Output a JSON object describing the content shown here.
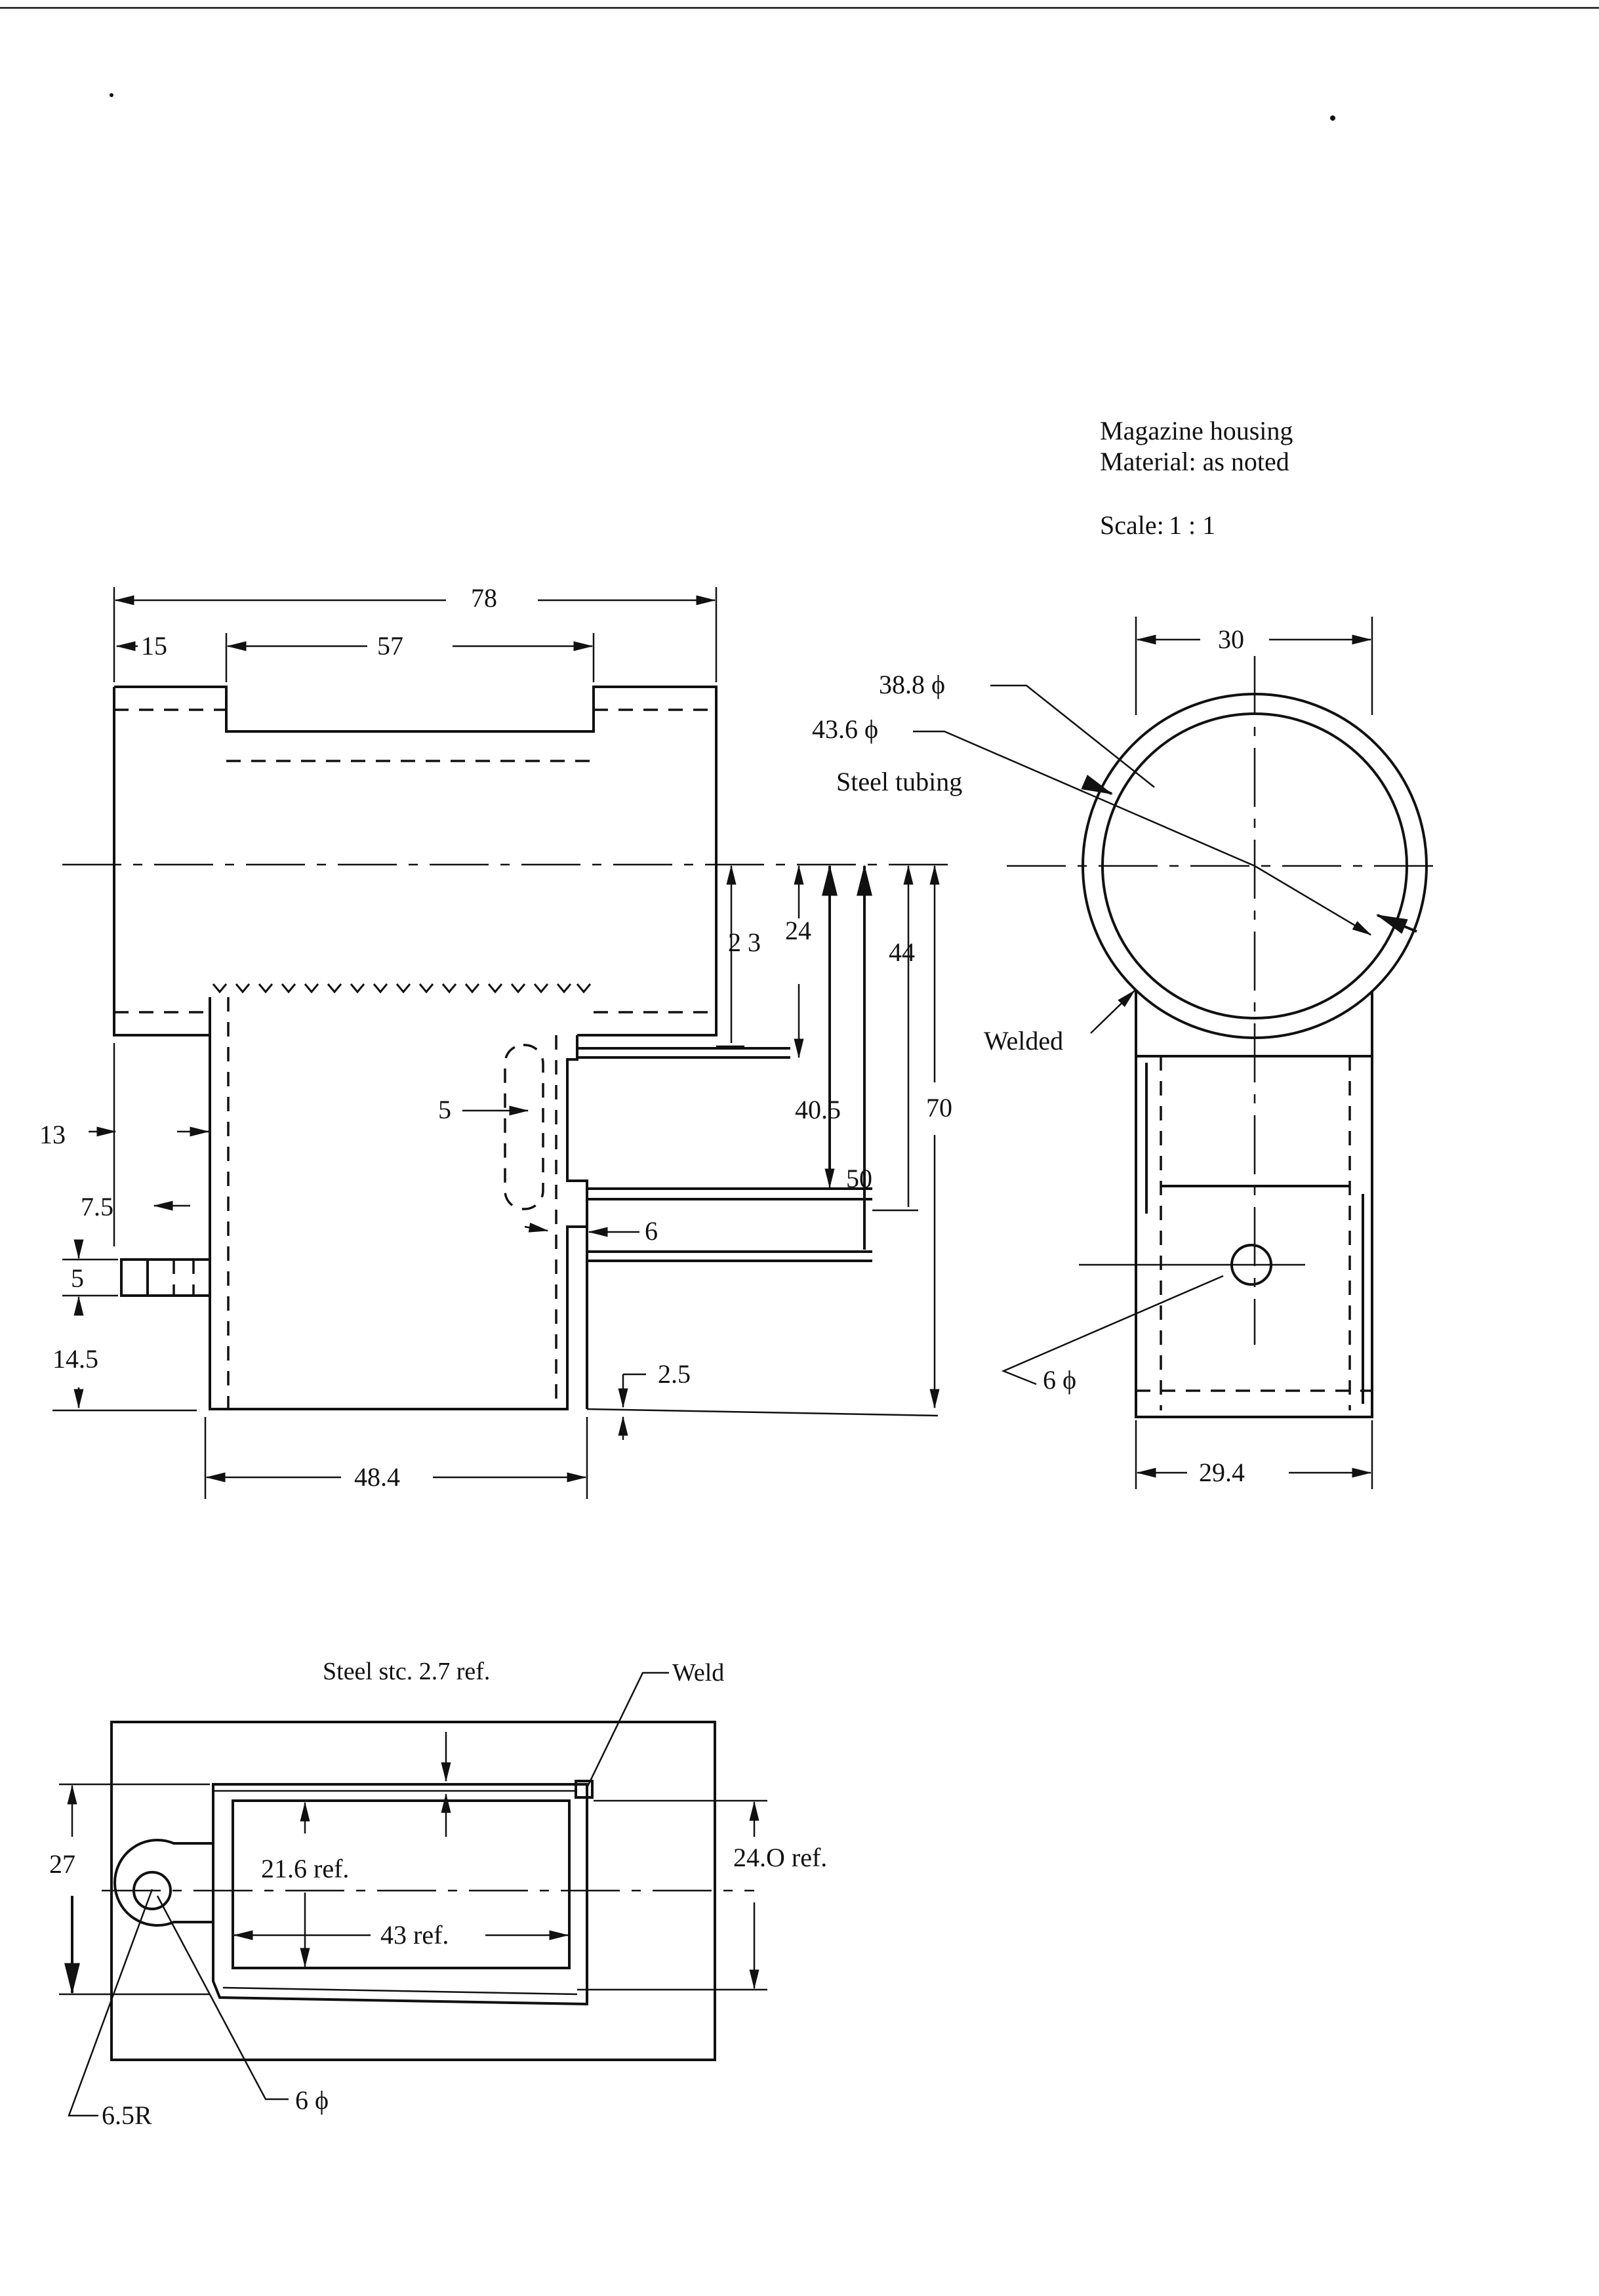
{
  "title_block": {
    "part_name": "Magazine housing",
    "material": "Material:  as noted",
    "scale_label": "Scale:",
    "scale_value": "1  :  1"
  },
  "front_view": {
    "dims": {
      "overall_length": "78",
      "left_step": "15",
      "top_slot": "57",
      "offset_13": "13",
      "offset_7_5": "7.5",
      "tab_5": "5",
      "bottom_14_5": "14.5",
      "bottom_width": "48.4",
      "slot_width": "5",
      "lip": "6",
      "base_gap": "2.5",
      "h_23": "2 3",
      "h_24": "24",
      "h_44": "44",
      "h_40_5": "40.5",
      "h_50": "50",
      "h_70": "70"
    }
  },
  "side_view": {
    "dims": {
      "width_top": "30",
      "inner_dia": "38.8 ϕ",
      "outer_dia": "43.6 ϕ",
      "hole_dia": "6 ϕ",
      "width_bottom": "29.4"
    },
    "notes": {
      "tubing": "Steel tubing",
      "welded": "Welded"
    }
  },
  "bottom_view": {
    "notes": {
      "sheet": "Steel  stc.  2.7  ref.",
      "weld": "Weld"
    },
    "dims": {
      "height_27": "27",
      "inner_21_6": "21.6 ref.",
      "length_43": "43 ref.",
      "outer_24": "24.O ref.",
      "radius": "6.5R",
      "hole": "6 ϕ"
    }
  }
}
